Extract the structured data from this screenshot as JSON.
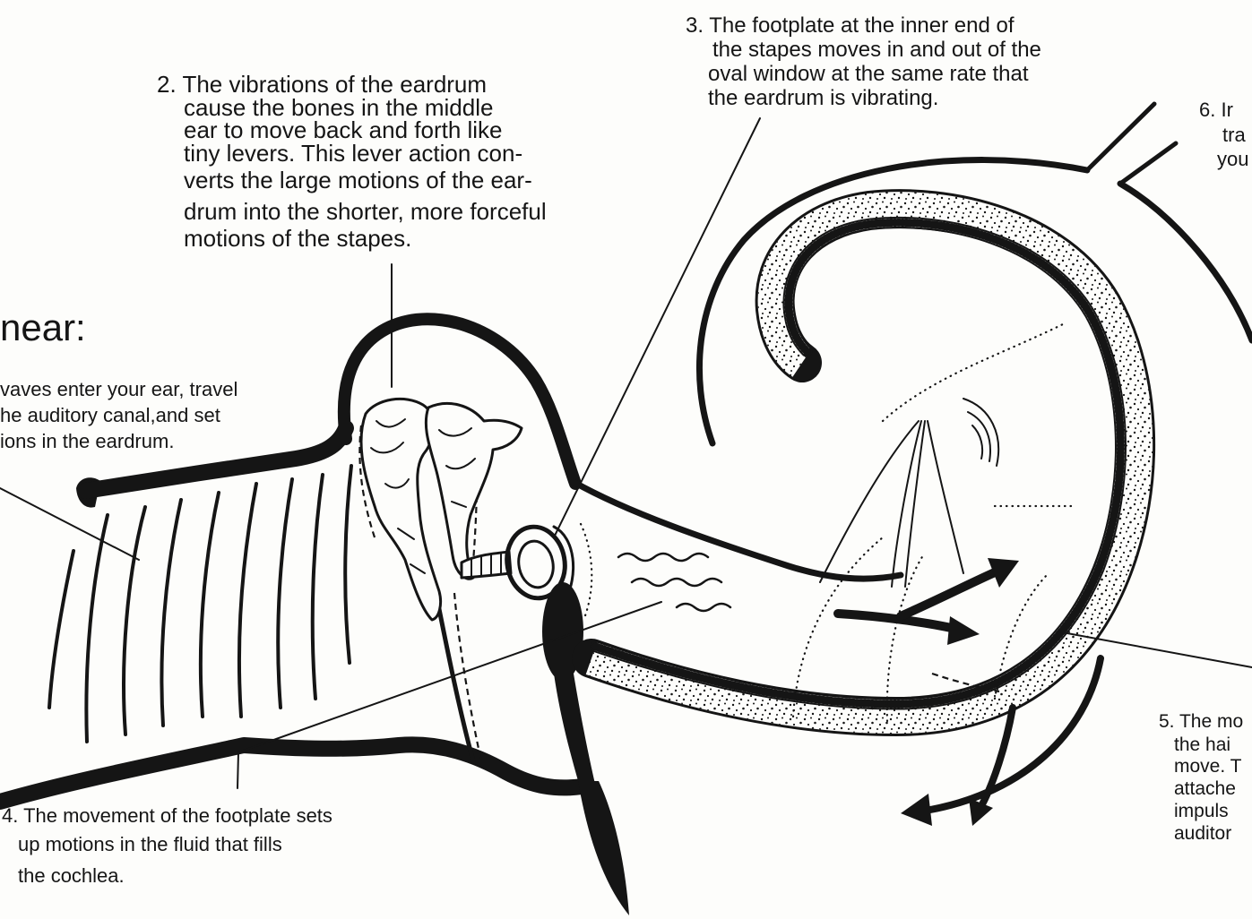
{
  "colors": {
    "ink": "#151515",
    "paper": "#fdfdfb"
  },
  "heading": "near:",
  "labels": {
    "step1": [
      "vaves enter your ear, travel",
      "he auditory canal,and set",
      "ions in the eardrum."
    ],
    "step2": [
      "2. The vibrations of the eardrum",
      "cause the bones in the middle",
      "ear to move back and forth like",
      "tiny levers. This lever action con-",
      "verts the large motions of the ear-",
      "drum into the shorter, more forceful",
      "motions of the stapes."
    ],
    "step3": [
      "3. The footplate at the inner end of",
      "the stapes moves in and out of the",
      "oval window at the same rate that",
      "the eardrum is vibrating."
    ],
    "step4": [
      "4. The movement of the footplate sets",
      "up motions in the fluid that fills",
      "the cochlea."
    ],
    "step5": [
      "5. The mo",
      "the hai",
      "move. T",
      "attache",
      "impuls",
      "auditor"
    ],
    "step6": [
      "6. Ir",
      "tra",
      "you"
    ]
  }
}
